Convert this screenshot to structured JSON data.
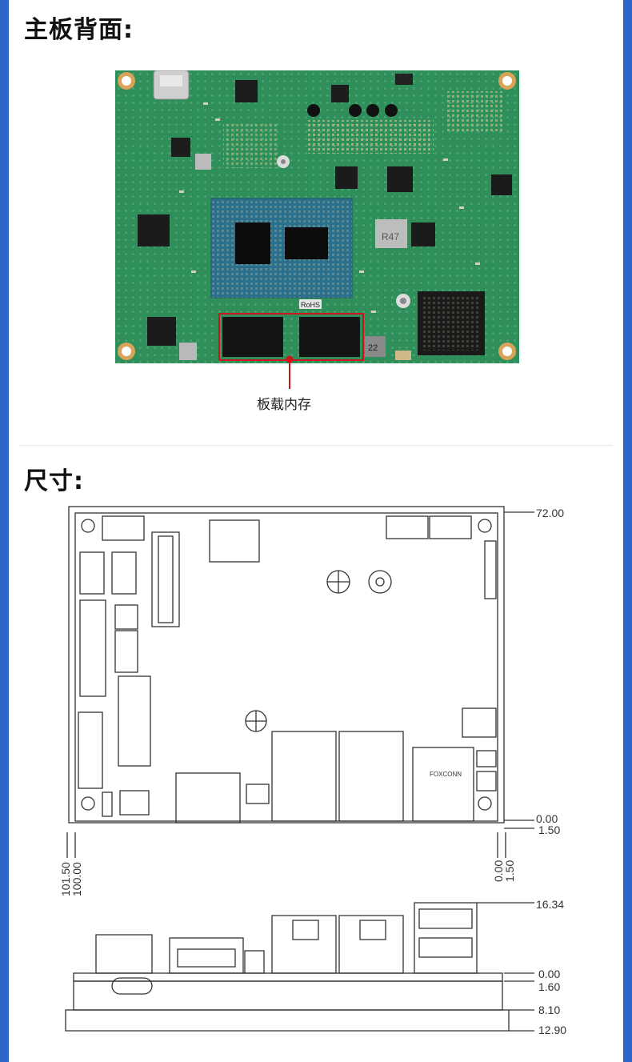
{
  "sections": {
    "back_title": "主板背面:",
    "size_title": "尺寸:"
  },
  "board": {
    "memory_label": "板载内存",
    "silk_rohs": "RoHS",
    "silk_r47": "R47",
    "silk_22": "22"
  },
  "dimensions": {
    "top_width": "72.00",
    "top_zero": "0.00",
    "top_150": "1.50",
    "left_1015": "101.50",
    "left_100": "100.00",
    "right_0": "0.00",
    "right_150": "1.50",
    "side_1634": "16.34",
    "side_0": "0.00",
    "side_160": "1.60",
    "side_810": "8.10",
    "side_1290": "12.90",
    "connector_brand": "FOXCONN"
  },
  "colors": {
    "frame": "#2b66c8",
    "pcb": "#2f8f5a",
    "highlight": "#d0141b"
  }
}
